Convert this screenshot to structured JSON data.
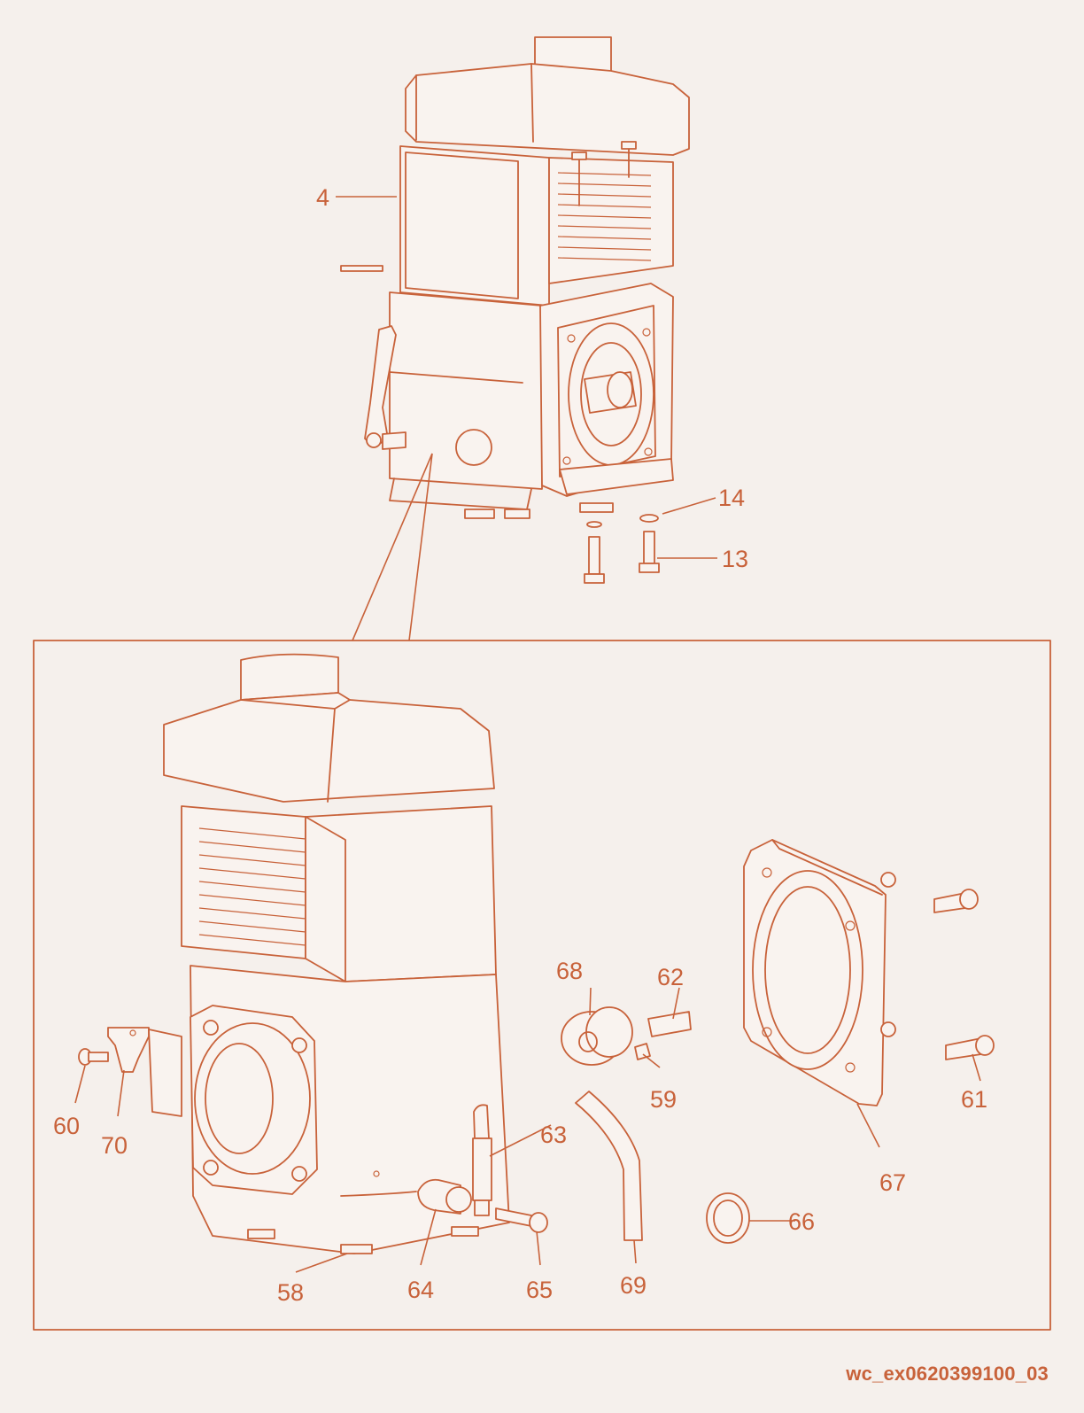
{
  "accent_color": "#c8623a",
  "background_color": "#f5f0ec",
  "reference_code": "wc_ex0620399100_03",
  "callouts": {
    "c4": "4",
    "c14": "14",
    "c13": "13",
    "c68": "68",
    "c62": "62",
    "c59": "59",
    "c61": "61",
    "c60": "60",
    "c70": "70",
    "c63": "63",
    "c67": "67",
    "c66": "66",
    "c58": "58",
    "c64": "64",
    "c65": "65",
    "c69": "69"
  }
}
